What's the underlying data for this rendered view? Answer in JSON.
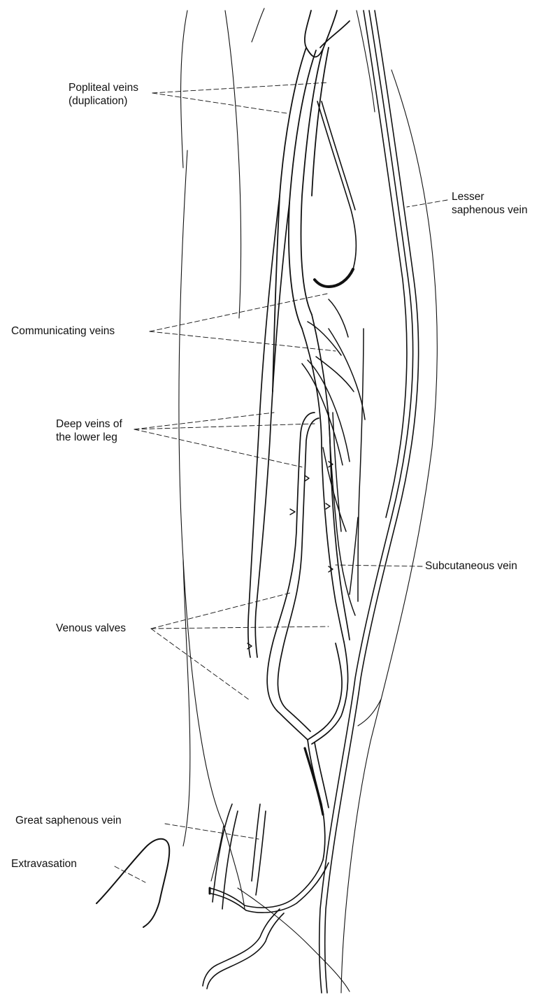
{
  "labels": {
    "popliteal_line1": "Popliteal veins",
    "popliteal_line2": "(duplication)",
    "lesser_line1": "Lesser",
    "lesser_line2": "saphenous vein",
    "communicating": "Communicating veins",
    "deep_line1": "Deep veins of",
    "deep_line2": "the lower leg",
    "subcutaneous": "Subcutaneous vein",
    "valves": "Venous valves",
    "great_saphenous": "Great saphenous vein",
    "extravasation": "Extravasation"
  },
  "colors": {
    "ink": "#111111",
    "background": "#ffffff"
  }
}
